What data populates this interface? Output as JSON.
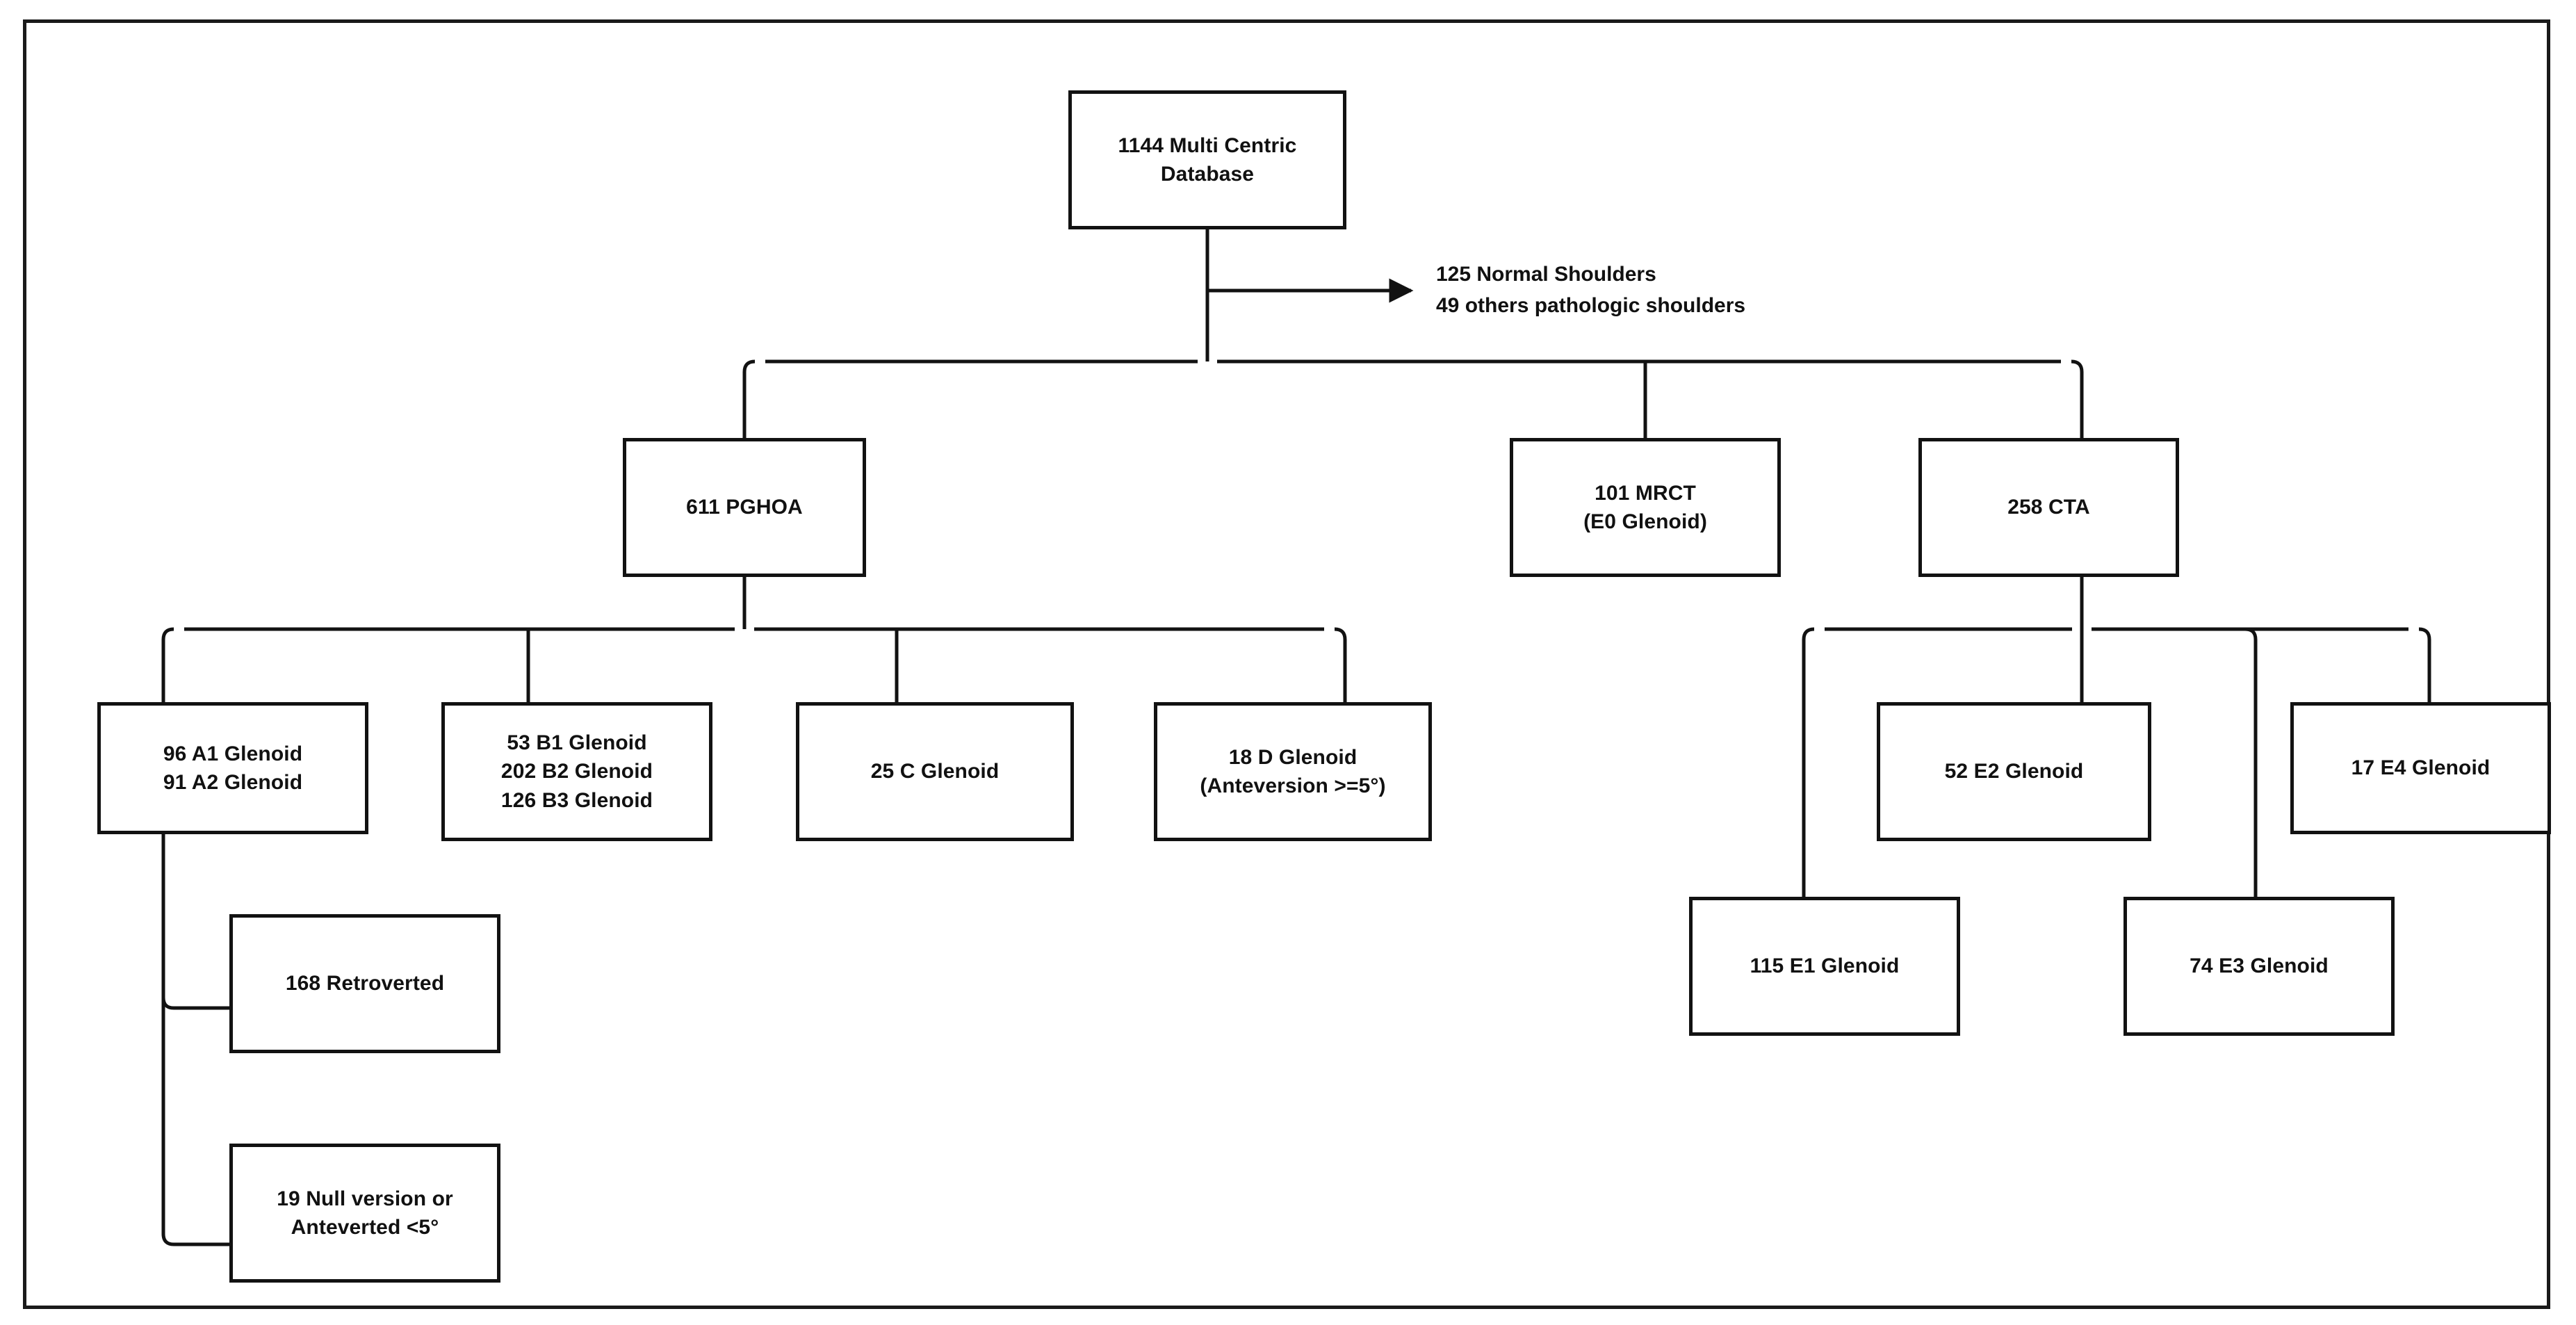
{
  "figure": {
    "type": "flowchart",
    "orientation": "top-down",
    "border_color": "#1a1a1a",
    "box_border_color": "#121212",
    "background": "#ffffff",
    "text_color": "#111111"
  },
  "nodes": {
    "root": {
      "id": "root",
      "lines": [
        "1144 Multi Centric",
        "Database"
      ]
    },
    "pghoa": {
      "id": "pghoa",
      "lines": [
        "611 PGHOA"
      ]
    },
    "mrct": {
      "id": "mrct",
      "lines": [
        "101 MRCT",
        "(E0 Glenoid)"
      ]
    },
    "cta": {
      "id": "cta",
      "lines": [
        "258 CTA"
      ]
    },
    "a_glenoid": {
      "id": "a-glenoid",
      "lines": [
        "96 A1 Glenoid",
        "91 A2 Glenoid"
      ]
    },
    "b_glenoid": {
      "id": "b-glenoid",
      "lines": [
        "53 B1 Glenoid",
        "202 B2 Glenoid",
        "126 B3 Glenoid"
      ]
    },
    "c_glenoid": {
      "id": "c-glenoid",
      "lines": [
        "25 C Glenoid"
      ]
    },
    "d_glenoid": {
      "id": "d-glenoid",
      "lines": [
        "18 D Glenoid",
        "(Anteversion >=5°)"
      ]
    },
    "retroverted": {
      "id": "retroverted",
      "lines": [
        "168 Retroverted"
      ]
    },
    "null_version": {
      "id": "null-version",
      "lines": [
        "19 Null version or",
        "Anteverted <5°"
      ]
    },
    "e1_glenoid": {
      "id": "e1-glenoid",
      "lines": [
        "115 E1 Glenoid"
      ]
    },
    "e2_glenoid": {
      "id": "e2-glenoid",
      "lines": [
        "52 E2 Glenoid"
      ]
    },
    "e3_glenoid": {
      "id": "e3-glenoid",
      "lines": [
        "74 E3 Glenoid"
      ]
    },
    "e4_glenoid": {
      "id": "e4-glenoid",
      "lines": [
        "17 E4 Glenoid"
      ]
    }
  },
  "annotations": {
    "excluded": {
      "id": "excluded-note",
      "lines": [
        "125 Normal Shoulders",
        "49 others pathologic shoulders"
      ]
    }
  },
  "chart_data": {
    "type": "table",
    "title": "1144 Multi Centric Database",
    "excluded_from_root": [
      {
        "label": "Normal Shoulders",
        "value": 125
      },
      {
        "label": "others pathologic shoulders",
        "value": 49
      }
    ],
    "levels": [
      {
        "level": 1,
        "items": [
          {
            "label": "Multi Centric Database",
            "value": 1144
          }
        ]
      },
      {
        "level": 2,
        "items": [
          {
            "label": "PGHOA",
            "value": 611
          },
          {
            "label": "MRCT (E0 Glenoid)",
            "value": 101
          },
          {
            "label": "CTA",
            "value": 258
          }
        ]
      },
      {
        "level": 3,
        "parent": "PGHOA",
        "items": [
          {
            "label": "A1 Glenoid",
            "value": 96
          },
          {
            "label": "A2 Glenoid",
            "value": 91
          },
          {
            "label": "B1 Glenoid",
            "value": 53
          },
          {
            "label": "B2 Glenoid",
            "value": 202
          },
          {
            "label": "B3 Glenoid",
            "value": 126
          },
          {
            "label": "C Glenoid",
            "value": 25
          },
          {
            "label": "D Glenoid (Anteversion >=5°)",
            "value": 18
          }
        ]
      },
      {
        "level": 3,
        "parent": "CTA",
        "items": [
          {
            "label": "E1 Glenoid",
            "value": 115
          },
          {
            "label": "E2 Glenoid",
            "value": 52
          },
          {
            "label": "E3 Glenoid",
            "value": 74
          },
          {
            "label": "E4 Glenoid",
            "value": 17
          }
        ]
      },
      {
        "level": 4,
        "parent": "A1/A2 Glenoid",
        "items": [
          {
            "label": "Retroverted",
            "value": 168
          },
          {
            "label": "Null version or Anteverted <5°",
            "value": 19
          }
        ]
      }
    ]
  }
}
